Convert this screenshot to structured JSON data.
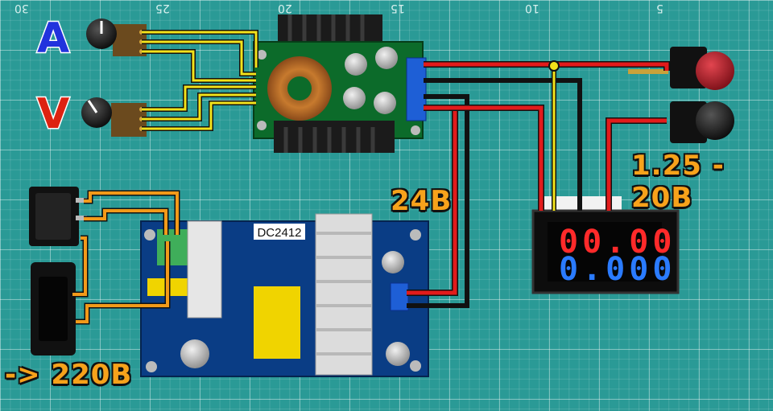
{
  "labels": {
    "ammeter_letter": "A",
    "voltmeter_letter": "V",
    "output_range": "1.25 - 20B",
    "dc_voltage": "24B",
    "mains_input": "-> 220B"
  },
  "boards": {
    "psu_model": "DC2412"
  },
  "meter": {
    "voltage_reading": "00.00",
    "current_reading": "0.000"
  },
  "ruler_marks": [
    "30",
    "25",
    "20",
    "15",
    "10",
    "5"
  ],
  "colors": {
    "letter_blue": "#2233dd",
    "letter_red": "#dd2211",
    "label_orange": "#f7a21b",
    "wire_yellow": "#f2e21a",
    "wire_red": "#e21b1b",
    "wire_black": "#111111",
    "wire_orange": "#f29a1a",
    "meter_red": "#ff2a2a",
    "meter_blue": "#2a7bff"
  }
}
